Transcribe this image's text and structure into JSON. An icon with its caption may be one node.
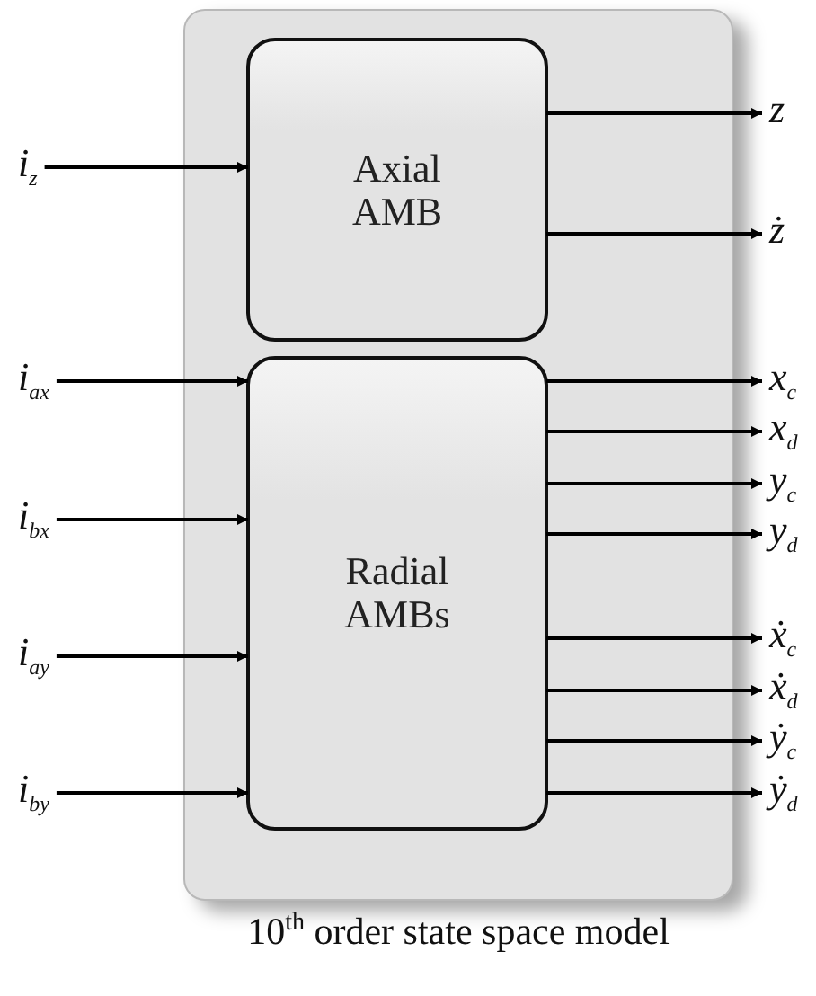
{
  "diagram": {
    "nodes": [
      {
        "text": [
          "10$^{th}$ order state space model"
        ]
      },
      {
        "text": [
          "Axial AMB"
        ],
        "in": 0
      },
      {
        "text": [
          "Radial AMBs"
        ],
        "in": 0
      },
      {
        "text": [
          "i$_{z}$"
        ]
      },
      {
        "text": [
          "i$_{ax}$"
        ]
      },
      {
        "text": [
          "i$_{bx}$"
        ]
      },
      {
        "text": [
          "i$_{ay}$"
        ]
      },
      {
        "text": [
          "i$_{by}$"
        ]
      },
      {
        "text": [
          "z"
        ]
      },
      {
        "text": [
          "ż"
        ]
      },
      {
        "text": [
          "x$_{c}$"
        ]
      },
      {
        "text": [
          "x$_{d}$"
        ]
      },
      {
        "text": [
          "y$_{c}$"
        ]
      },
      {
        "text": [
          "y$_{d}$"
        ]
      },
      {
        "text": [
          "ẋ$_{c}$"
        ]
      },
      {
        "text": [
          "ẋ$_{d}$"
        ]
      },
      {
        "text": [
          "ẏ$_{c}$"
        ]
      },
      {
        "text": [
          "ẏ$_{d}$"
        ]
      }
    ],
    "edges": [
      {
        "from": 3,
        "to": 1,
        "arrow": "to"
      },
      {
        "from": 4,
        "to": 2,
        "arrow": "to"
      },
      {
        "from": 5,
        "to": 2,
        "arrow": "to"
      },
      {
        "from": 6,
        "to": 2,
        "arrow": "to"
      },
      {
        "from": 7,
        "to": 2,
        "arrow": "to"
      },
      {
        "from": 1,
        "to": 8,
        "arrow": "to"
      },
      {
        "from": 1,
        "to": 9,
        "arrow": "to"
      },
      {
        "from": 2,
        "to": 10,
        "arrow": "to"
      },
      {
        "from": 2,
        "to": 11,
        "arrow": "to"
      },
      {
        "from": 2,
        "to": 12,
        "arrow": "to"
      },
      {
        "from": 2,
        "to": 13,
        "arrow": "to"
      },
      {
        "from": 2,
        "to": 14,
        "arrow": "to"
      },
      {
        "from": 2,
        "to": 15,
        "arrow": "to"
      },
      {
        "from": 2,
        "to": 16,
        "arrow": "to"
      },
      {
        "from": 2,
        "to": 17,
        "arrow": "to"
      }
    ]
  }
}
